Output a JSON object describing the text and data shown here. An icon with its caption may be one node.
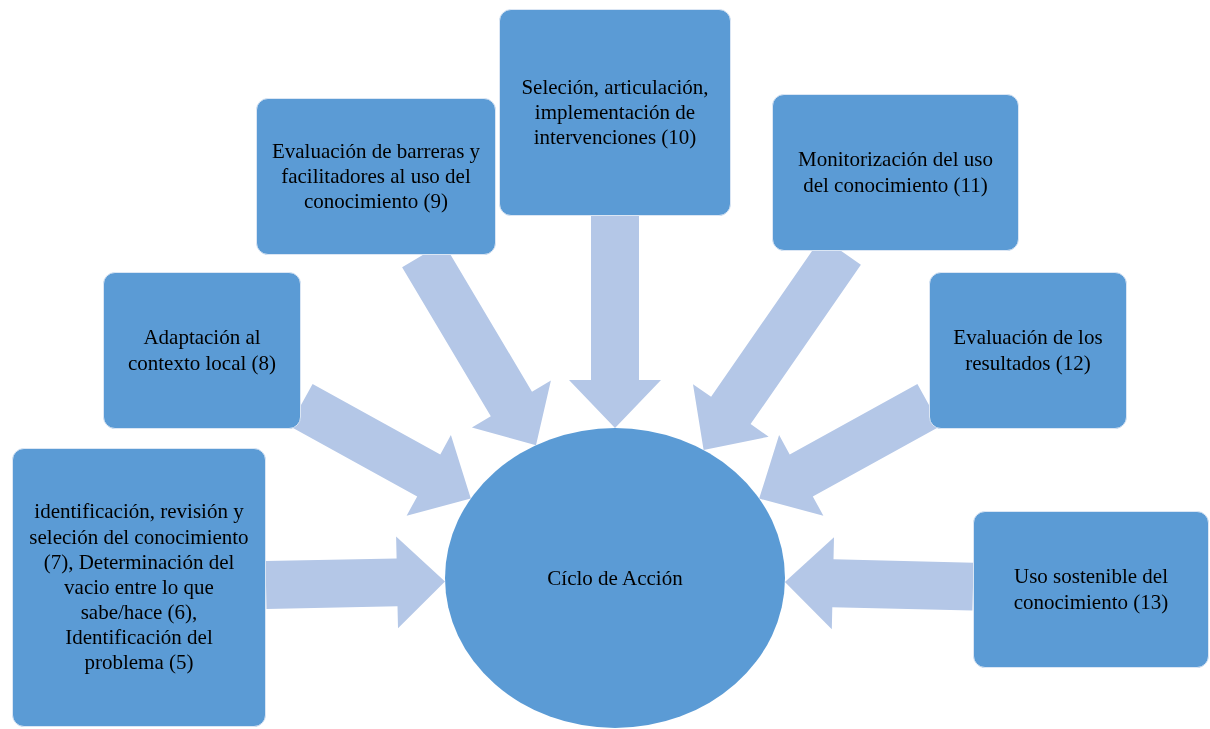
{
  "diagram": {
    "nodes": [
      {
        "text": [
          "identificación, revisión y seleción del conocimiento (7), Determinación del vacio entre lo que sabe/hace (6), Identificación del problema (5)"
        ]
      },
      {
        "text": [
          "Adaptación al contexto local (8)"
        ]
      },
      {
        "text": [
          "Evaluación de barreras y facilitadores al uso del conocimiento (9)"
        ]
      },
      {
        "text": [
          "Seleción, articulación, implementación de intervenciones (10)"
        ]
      },
      {
        "text": [
          "Monitorización del uso del conocimiento (11)"
        ]
      },
      {
        "text": [
          "Evaluación de los resultados (12)"
        ]
      },
      {
        "text": [
          "Uso sostenible del conocimiento (13)"
        ]
      },
      {
        "text": [
          "Cíclo de Acción"
        ]
      }
    ],
    "edges": [
      {
        "from": 0,
        "to": 7,
        "arrow": "to",
        "style": "thick"
      },
      {
        "from": 1,
        "to": 7,
        "arrow": "to",
        "style": "thick"
      },
      {
        "from": 2,
        "to": 7,
        "arrow": "to",
        "style": "thick"
      },
      {
        "from": 3,
        "to": 7,
        "arrow": "to",
        "style": "thick"
      },
      {
        "from": 4,
        "to": 7,
        "arrow": "to",
        "style": "thick"
      },
      {
        "from": 5,
        "to": 7,
        "arrow": "to",
        "style": "thick"
      },
      {
        "from": 6,
        "to": 7,
        "arrow": "to",
        "style": "thick"
      }
    ]
  }
}
